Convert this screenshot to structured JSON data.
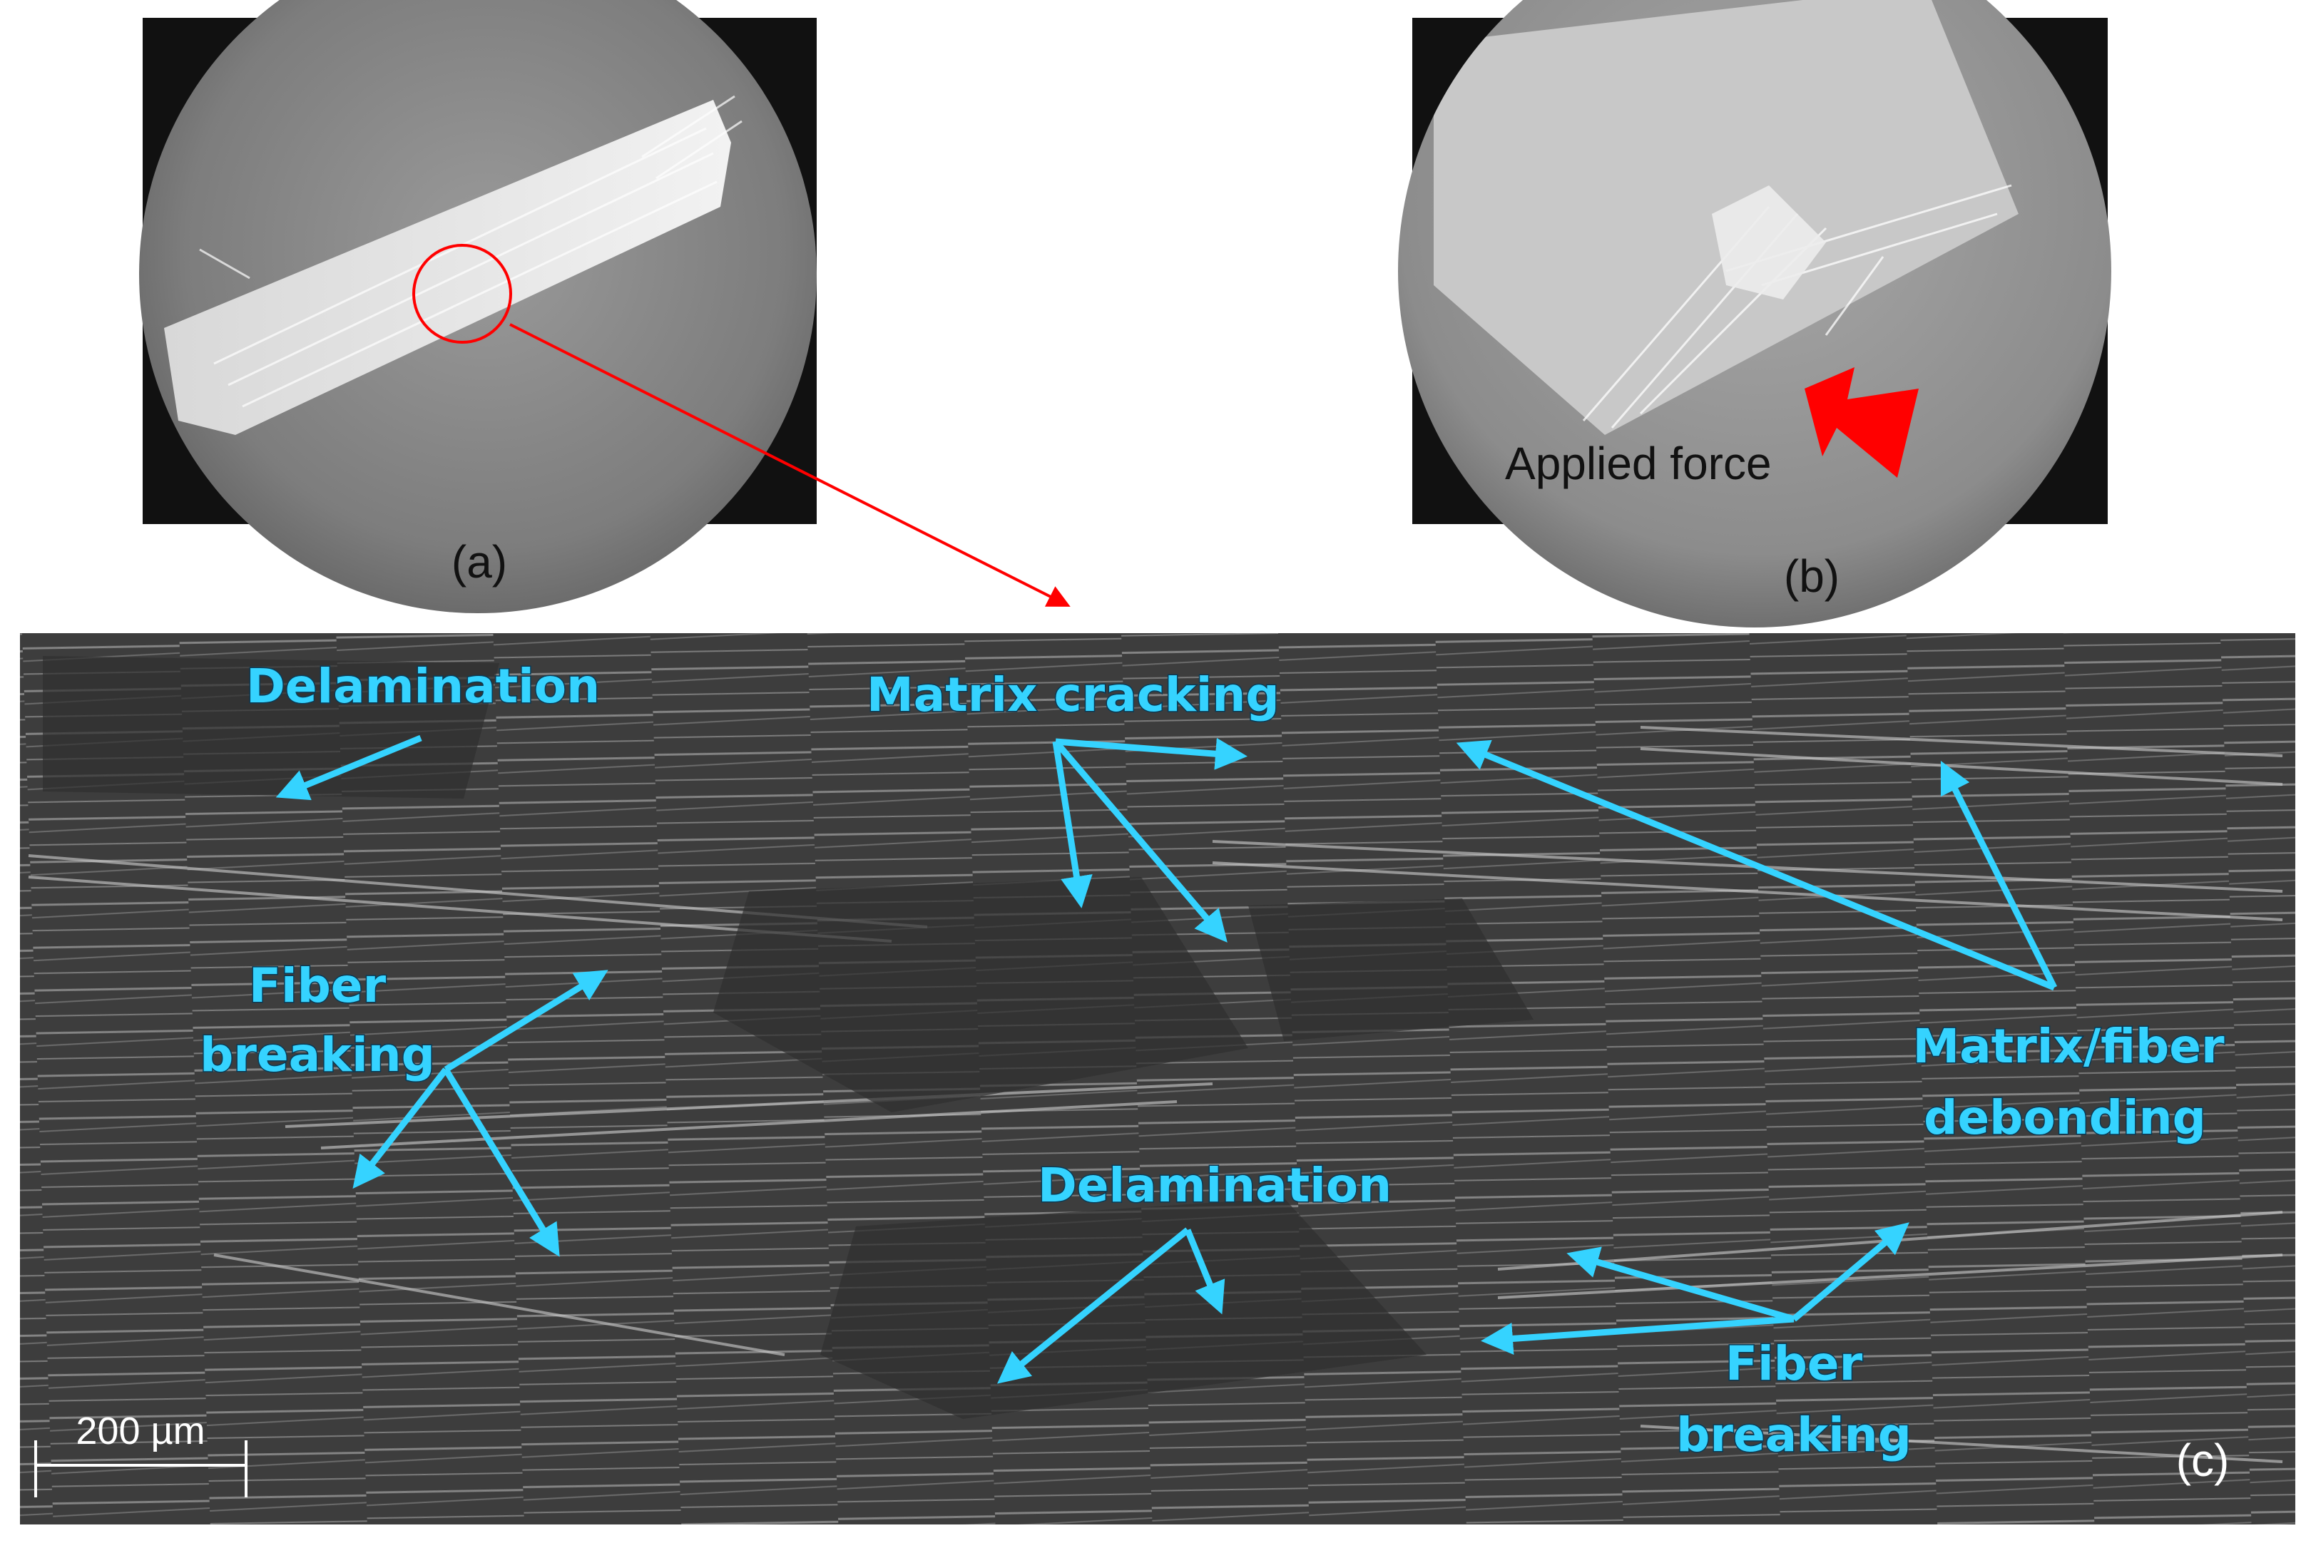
{
  "panels": {
    "a": {
      "label": "(a)"
    },
    "b": {
      "label": "(b)",
      "force_label": "Applied force"
    },
    "c": {
      "label": "(c)",
      "scale_bar": "200 µm"
    }
  },
  "annotations": {
    "delamination_top": "Delamination",
    "matrix_cracking": "Matrix cracking",
    "fiber_breaking_left_1": "Fiber",
    "fiber_breaking_left_2": "breaking",
    "debonding_1": "Matrix/fiber",
    "debonding_2": "debonding",
    "delamination_bottom": "Delamination",
    "fiber_breaking_right_1": "Fiber",
    "fiber_breaking_right_2": "breaking"
  },
  "colors": {
    "annotation": "#35d3ff",
    "highlight": "#ff0000"
  }
}
